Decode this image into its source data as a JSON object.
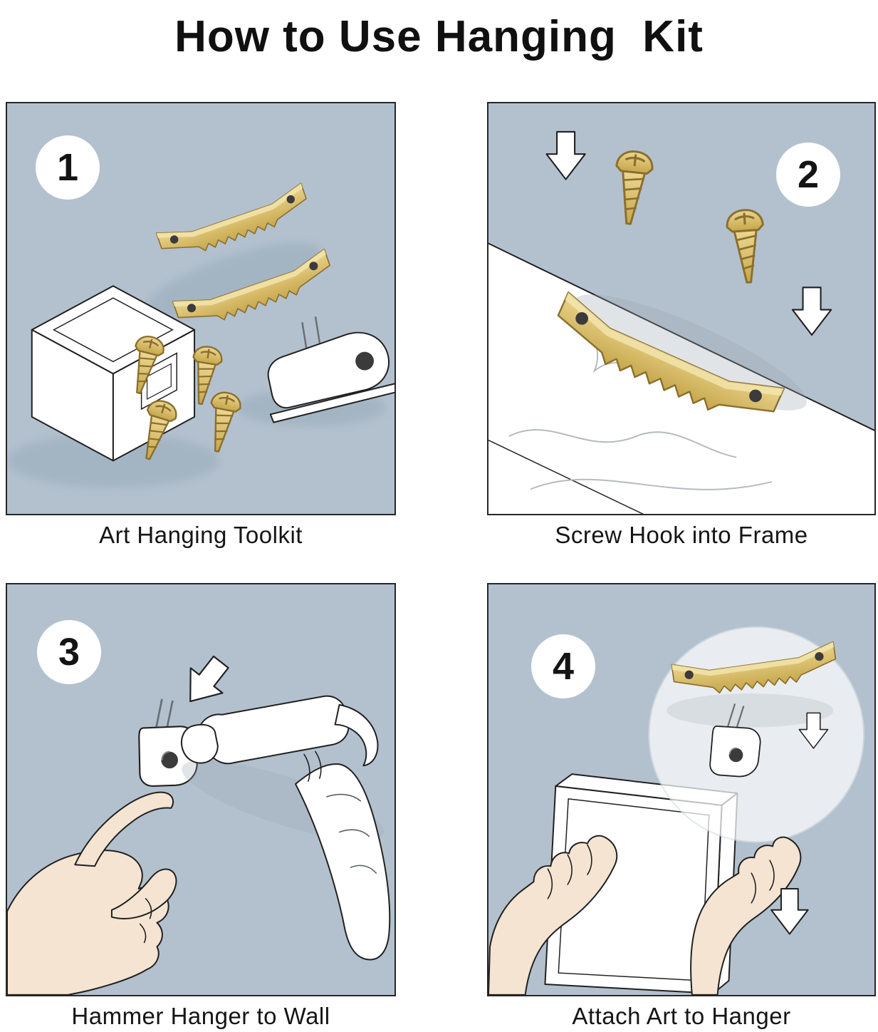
{
  "title": "How to Use Hanging  Kit",
  "panels": [
    {
      "number": "1",
      "caption": "Art Hanging Toolkit"
    },
    {
      "number": "2",
      "caption": "Screw Hook into Frame"
    },
    {
      "number": "3",
      "caption": "Hammer Hanger to Wall"
    },
    {
      "number": "4",
      "caption": "Attach Art to Hanger"
    }
  ],
  "colors": {
    "panel-bg": "#b3c1ce",
    "outline": "#202020",
    "brass": "#d9bf72",
    "brass-dark": "#8a6f2e",
    "skin": "#f4e4d1"
  }
}
